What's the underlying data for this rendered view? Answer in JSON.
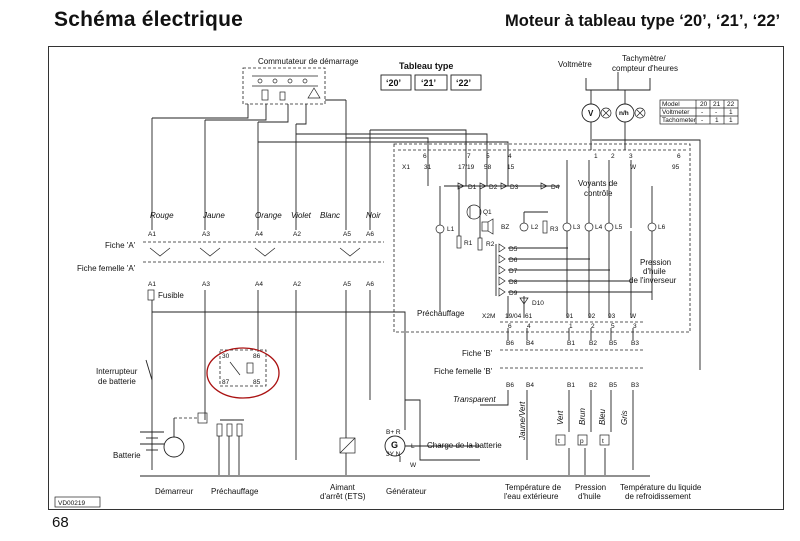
{
  "header": {
    "title": "Schéma électrique",
    "subtitle": "Moteur à tableau type ‘20’, ‘21’, ‘22’"
  },
  "page_number": "68",
  "ref_code": "VD00219",
  "panel": {
    "title": "Tableau type",
    "types": [
      "‘20’",
      "‘21’",
      "‘22’"
    ]
  },
  "labels": {
    "commutateur": "Commutateur de démarrage",
    "voltmetre": "Voltmètre",
    "tachymetre_1": "Tachymètre/",
    "tachymetre_2": "compteur d'heures",
    "voyants_1": "Voyants de",
    "voyants_2": "contrôle",
    "pression_huile_1": "Pression",
    "pression_huile_2": "d'huile",
    "pression_huile_3": "de l'inverseur",
    "prechauffage_lbl": "Préchauffage",
    "fiche_a": "Fiche 'A'",
    "fiche_femelle_a": "Fiche femelle 'A'",
    "fiche_b": "Fiche 'B'",
    "fiche_femelle_b": "Fiche femelle 'B'",
    "fusible": "Fusible",
    "interrupteur_1": "Interrupteur",
    "interrupteur_2": "de batterie",
    "batterie": "Batterie",
    "transparent": "Transparent",
    "charge": "Charge de la batterie",
    "gen_g": "G",
    "gen_3y": "3Y N",
    "gen_b": "B+ R",
    "gen_l": "L",
    "gen_w": "W"
  },
  "meter_table": {
    "headers": [
      "Model",
      "20",
      "21",
      "22"
    ],
    "rows": [
      [
        "Voltmeter",
        "-",
        "-",
        "1"
      ],
      [
        "Tachometer",
        "-",
        "1",
        "1"
      ]
    ]
  },
  "wire_colors": [
    "Rouge",
    "Jaune",
    "Orange",
    "Violet",
    "Blanc",
    "Noir"
  ],
  "pins_a": [
    "A1",
    "A3",
    "A4",
    "A2",
    "A5",
    "A6"
  ],
  "pins_a_female": [
    "A1",
    "A3",
    "A4",
    "A2",
    "A5",
    "A6"
  ],
  "pins_b": [
    "B6",
    "B4",
    "B1",
    "B2",
    "B5",
    "B3"
  ],
  "pins_b_female": [
    "B6",
    "B4",
    "B1",
    "B2",
    "B5",
    "B3"
  ],
  "b_colors": [
    "Jaune/Vert",
    "Vert",
    "Brun",
    "Bleu",
    "Gris"
  ],
  "relay_pins": [
    "30",
    "86",
    "87",
    "85"
  ],
  "top_connector": [
    "X1",
    "31",
    "17/19",
    "58",
    "15",
    "W",
    "95"
  ],
  "top_pins": [
    "6",
    "7",
    "5",
    "4",
    "1",
    "2",
    "3",
    "6"
  ],
  "mid_connector": [
    "X2M",
    "19/04",
    "61",
    "91",
    "92",
    "93",
    "W"
  ],
  "mid_pins": [
    "6",
    "4",
    "1",
    "2",
    "5",
    "3"
  ],
  "components": {
    "diodes": [
      "D1",
      "D2",
      "D3",
      "D4",
      "D5",
      "D6",
      "D7",
      "D8",
      "D9",
      "D10"
    ],
    "lamps": [
      "L1",
      "L2",
      "L3",
      "L4",
      "L5",
      "L6"
    ],
    "resistors": [
      "R1",
      "R2",
      "R3"
    ],
    "transistor": "Q1",
    "buzzer": "BZ",
    "meter_v": "V",
    "meter_nh": "n/h"
  },
  "bottom_labels": {
    "demarreur": "Démarreur",
    "prechauffage": "Préchauffage",
    "aimant_1": "Aimant",
    "aimant_2": "d'arrêt (ETS)",
    "generateur": "Générateur",
    "temp_eau_1": "Température de",
    "temp_eau_2": "l'eau extérieure",
    "pression_1": "Pression",
    "pression_2": "d'huile",
    "temp_liq_1": "Température du liquide",
    "temp_liq_2": "de refroidissement"
  }
}
